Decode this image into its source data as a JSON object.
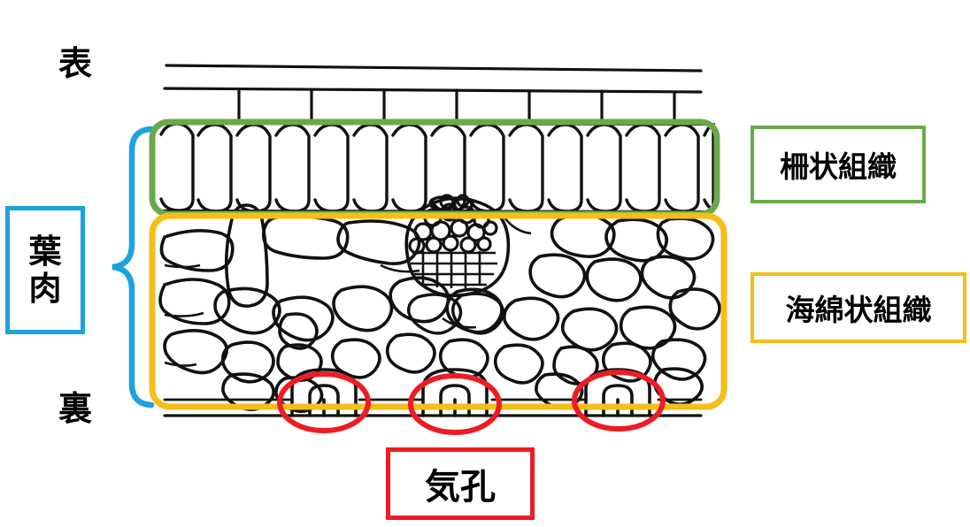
{
  "diagram": {
    "title": "leaf-cross-section",
    "side_labels": {
      "top": "表",
      "bottom": "裏"
    },
    "mesophyll_box": {
      "label": "葉\n肉",
      "color": "#1CA2DE"
    },
    "palisade_box": {
      "label": "柵状組織",
      "color": "#6AA94B"
    },
    "spongy_box": {
      "label": "海綿状組織",
      "color": "#F5BE19"
    },
    "stomata_box": {
      "label": "気孔",
      "color": "#ED1C24"
    },
    "structures": {
      "upper_epidermis": "upper-epidermis",
      "palisade_layer": "palisade-mesophyll-layer",
      "spongy_layer": "spongy-mesophyll-layer",
      "vascular_bundle": "vascular-bundle",
      "lower_epidermis": "lower-epidermis",
      "stomata_count": 3
    },
    "colors": {
      "outline": "#000000",
      "cyan": "#1CA2DE",
      "green": "#6AA94B",
      "orange": "#F5BE19",
      "red": "#ED1C24",
      "background": "#FFFFFF"
    }
  }
}
